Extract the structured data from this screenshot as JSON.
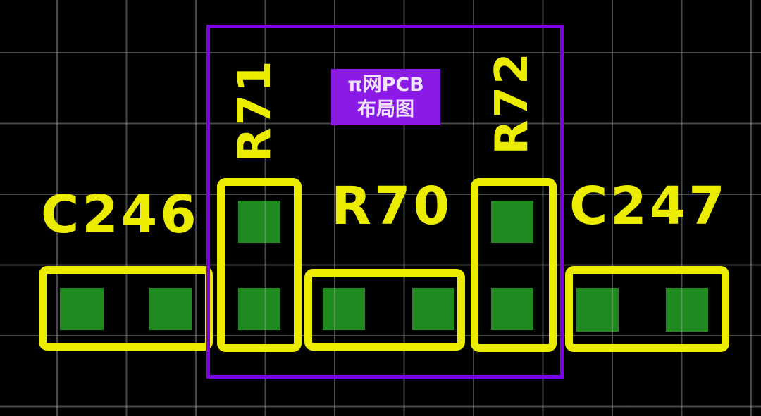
{
  "diagram": {
    "title": {
      "line1": "π网PCB",
      "line2": "布局图"
    },
    "components": [
      {
        "ref": "C246",
        "orientation": "horizontal",
        "pad_count": 2
      },
      {
        "ref": "R71",
        "orientation": "vertical",
        "pad_count": 2
      },
      {
        "ref": "R70",
        "orientation": "horizontal",
        "pad_count": 2
      },
      {
        "ref": "R72",
        "orientation": "vertical",
        "pad_count": 2
      },
      {
        "ref": "C247",
        "orientation": "horizontal",
        "pad_count": 2
      }
    ],
    "colors": {
      "background": "#000000",
      "grid_line": "#4a4a4a",
      "silkscreen_yellow": "#ecec00",
      "pad_green": "#1f8a1f",
      "highlight_purple": "#7d00e8",
      "title_box_fill": "#8c1ae6",
      "title_text": "#f2e6ff"
    }
  }
}
